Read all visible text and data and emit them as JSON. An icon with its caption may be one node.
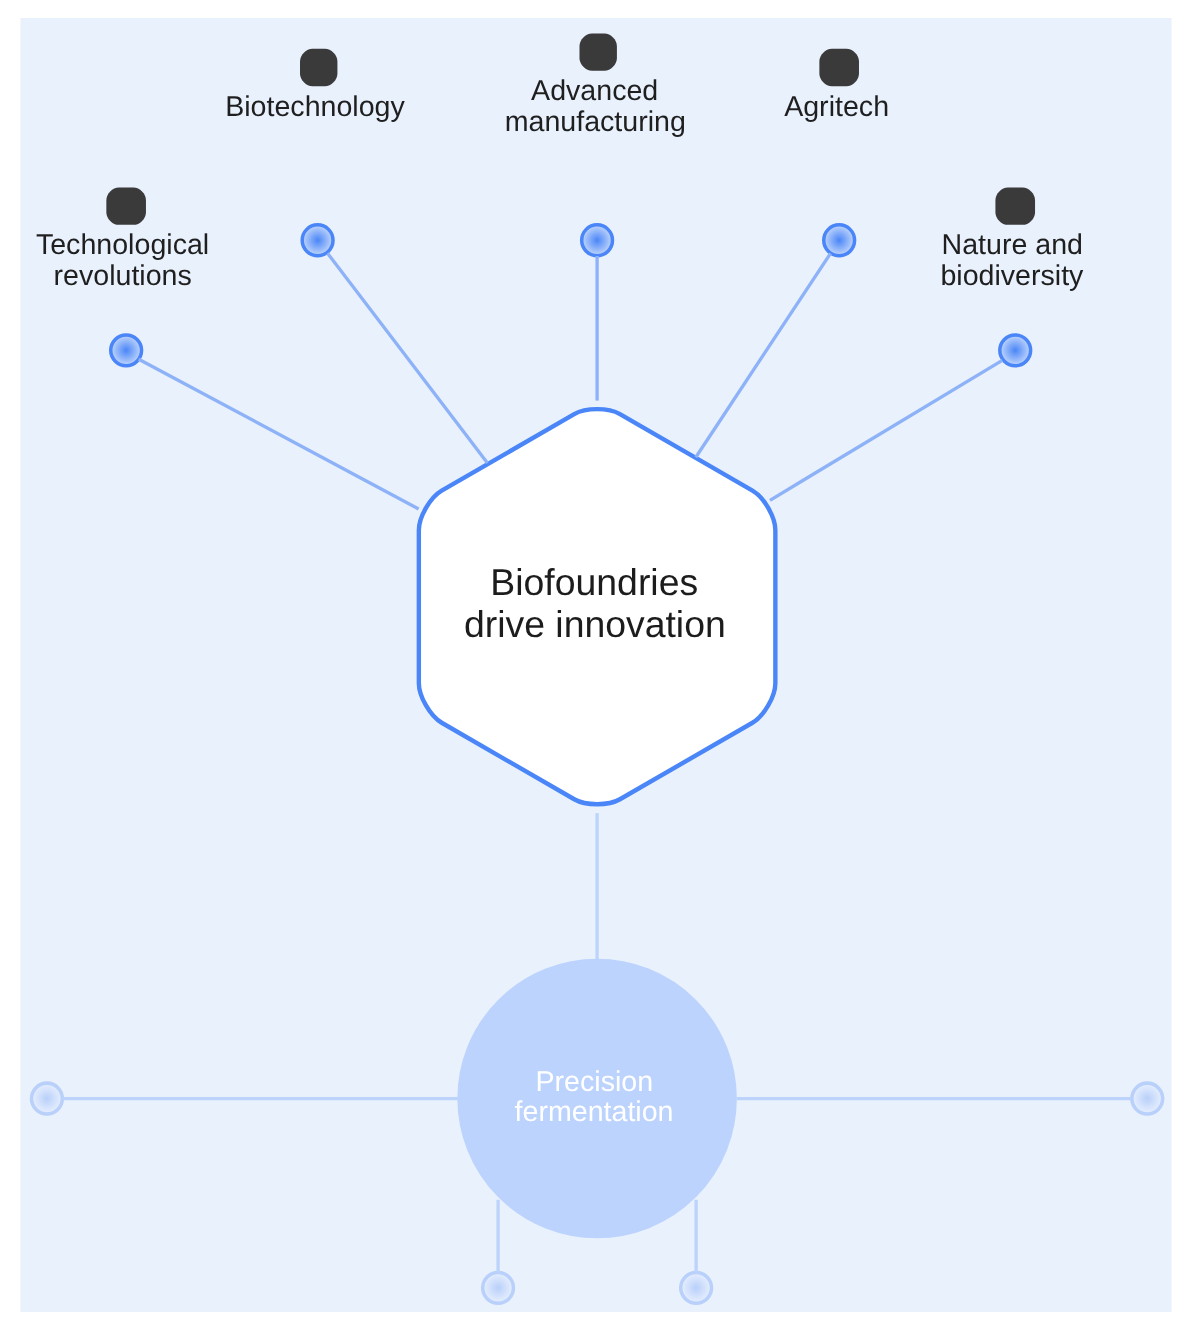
{
  "diagram": {
    "nodes": [
      {
        "text": [],
        "shape": "circle",
        "beside": [
          "Technological revolutions"
        ]
      },
      {
        "text": [],
        "shape": "circle",
        "beside": [
          "Biotechnology"
        ]
      },
      {
        "text": [],
        "shape": "circle",
        "beside": [
          "Advanced manufacturing"
        ]
      },
      {
        "text": [],
        "shape": "circle",
        "beside": [
          "Agritech"
        ]
      },
      {
        "text": [],
        "shape": "circle",
        "beside": [
          "Nature and biodiversity"
        ]
      },
      {
        "text": [
          "Biofoundries drive innovation"
        ]
      },
      {
        "text": [
          "Precision fermentation"
        ]
      },
      {
        "text": [],
        "shape": "circle"
      },
      {
        "text": [],
        "shape": "circle"
      },
      {
        "text": [],
        "shape": "circle"
      },
      {
        "text": [],
        "shape": "circle"
      }
    ],
    "edges": [
      {
        "from": 0,
        "to": 5,
        "arrow": "none"
      },
      {
        "from": 1,
        "to": 5,
        "arrow": "none"
      },
      {
        "from": 2,
        "to": 5,
        "arrow": "none"
      },
      {
        "from": 3,
        "to": 5,
        "arrow": "none"
      },
      {
        "from": 4,
        "to": 5,
        "arrow": "none"
      },
      {
        "from": 5,
        "to": 6,
        "arrow": "none",
        "color": "#bcd3fb"
      },
      {
        "from": 7,
        "to": 6,
        "arrow": "none",
        "color": "#bcd3fb"
      },
      {
        "from": 6,
        "to": 8,
        "arrow": "none",
        "color": "#bcd3fb"
      },
      {
        "from": 6,
        "to": 9,
        "arrow": "none",
        "color": "#bcd3fb"
      },
      {
        "from": 6,
        "to": 10,
        "arrow": "none",
        "color": "#bcd3fb"
      }
    ]
  }
}
